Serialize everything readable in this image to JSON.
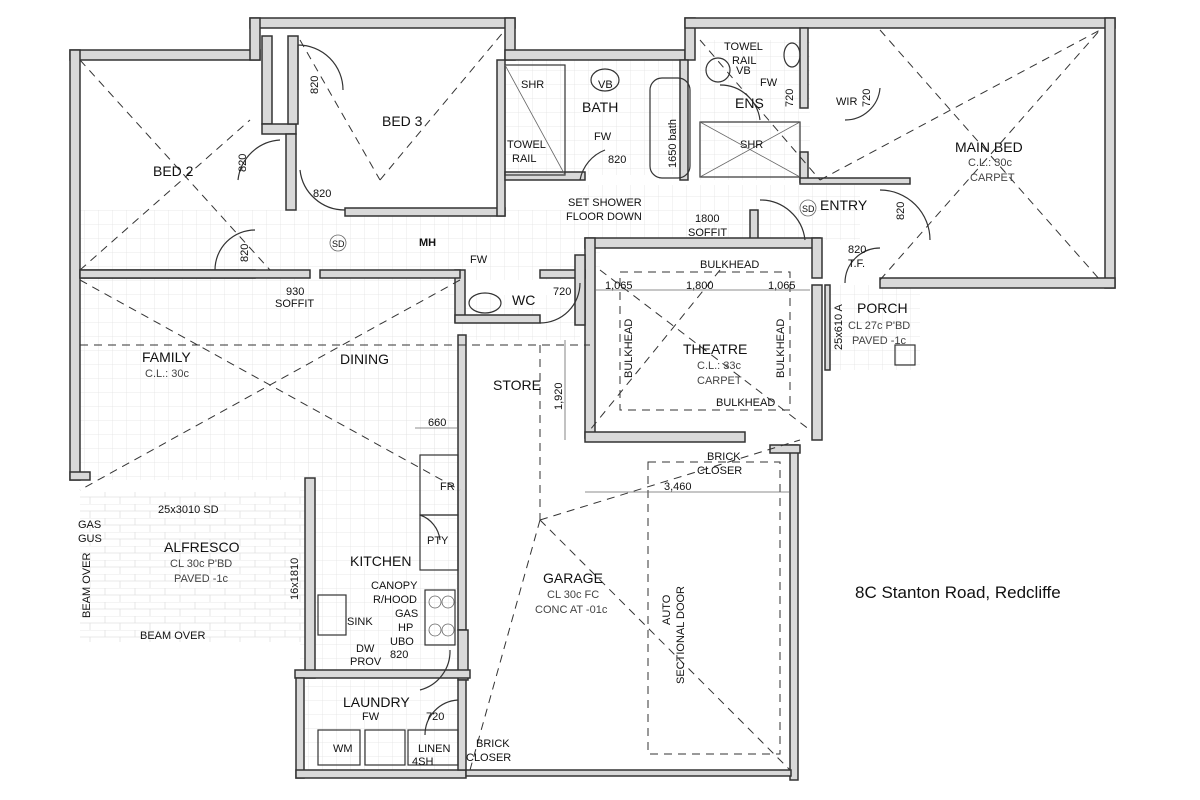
{
  "address": "8C Stanton Road, Redcliffe",
  "rooms": {
    "bed2": "BED 2",
    "bed3": "BED 3",
    "bath": "BATH",
    "ens": "ENS",
    "main_bed": "MAIN BED",
    "main_bed_cl": "C.L.: 30c",
    "main_bed_floor": "CARPET",
    "entry": "ENTRY",
    "wc": "WC",
    "theatre": "THEATRE",
    "theatre_cl": "C.L.: 33c",
    "theatre_floor": "CARPET",
    "porch": "PORCH",
    "porch_cl": "CL 27c P'BD",
    "porch_paved": "PAVED -1c",
    "family": "FAMILY",
    "family_cl": "C.L.: 30c",
    "dining": "DINING",
    "store": "STORE",
    "kitchen": "KITCHEN",
    "alfresco": "ALFRESCO",
    "alfresco_cl": "CL 30c P'BD",
    "alfresco_paved": "PAVED -1c",
    "garage": "GARAGE",
    "garage_cl": "CL 30c FC",
    "garage_conc": "CONC AT -01c",
    "laundry": "LAUNDRY",
    "wir": "WIR"
  },
  "fixtures": {
    "shr": "SHR",
    "shr2": "SHR",
    "vb": "VB",
    "vb2": "VB",
    "fw": "FW",
    "fw2": "FW",
    "fw3": "FW",
    "fw4": "FW",
    "towel_rail": "TOWEL",
    "towel_rail_b": "RAIL",
    "towel_rail2": "TOWEL",
    "towel_rail2_b": "RAIL",
    "bath_1650": "1650 bath",
    "sd": "SD",
    "sd2": "SD",
    "mh": "MH",
    "fr": "FR",
    "pty": "PTY",
    "canopy": "CANOPY",
    "rhood": "R/HOOD",
    "gas": "GAS",
    "hp": "HP",
    "ubo": "UBO",
    "sink": "SINK",
    "dw": "DW",
    "prov": "PROV",
    "wm": "WM",
    "linen": "LINEN",
    "sh4": "4SH",
    "gas_gus_a": "GAS",
    "gas_gus_b": "GUS",
    "beam_over": "BEAM OVER",
    "beam_over2": "BEAM OVER",
    "set_shower_a": "SET SHOWER",
    "set_shower_b": "FLOOR DOWN",
    "soffit_1800_a": "1800",
    "soffit_1800_b": "SOFFIT",
    "soffit_930_a": "930",
    "soffit_930_b": "SOFFIT",
    "tf_a": "820",
    "tf_b": "T.F.",
    "bulkhead_top": "BULKHEAD",
    "bulkhead_left": "BULKHEAD",
    "bulkhead_right": "BULKHEAD",
    "bulkhead_bottom": "BULKHEAD",
    "brick_closer_a": "BRICK",
    "brick_closer_b": "CLOSER",
    "brick_closer2_a": "BRICK",
    "brick_closer2_b": "CLOSER",
    "auto_door_a": "AUTO",
    "auto_door_b": "SECTIONAL DOOR",
    "sd_25x3010": "25x3010 SD",
    "sd_16x1810": "16x1810",
    "sd_25x610": "25x610 A"
  },
  "dims": {
    "d1065a": "1,065",
    "d1800": "1,800",
    "d1065b": "1,065",
    "d1920": "1,920",
    "d3460": "3,460",
    "d660": "660",
    "d720_wc": "720",
    "d720_ens": "720",
    "d720_wir": "720",
    "d720_ldry": "720",
    "d820_bed3": "820",
    "d820_bed2": "820",
    "d820_bed3b": "820",
    "d820_bed2b": "820",
    "d820_bath": "820",
    "d820_entry": "820",
    "d820_kit": "820"
  }
}
